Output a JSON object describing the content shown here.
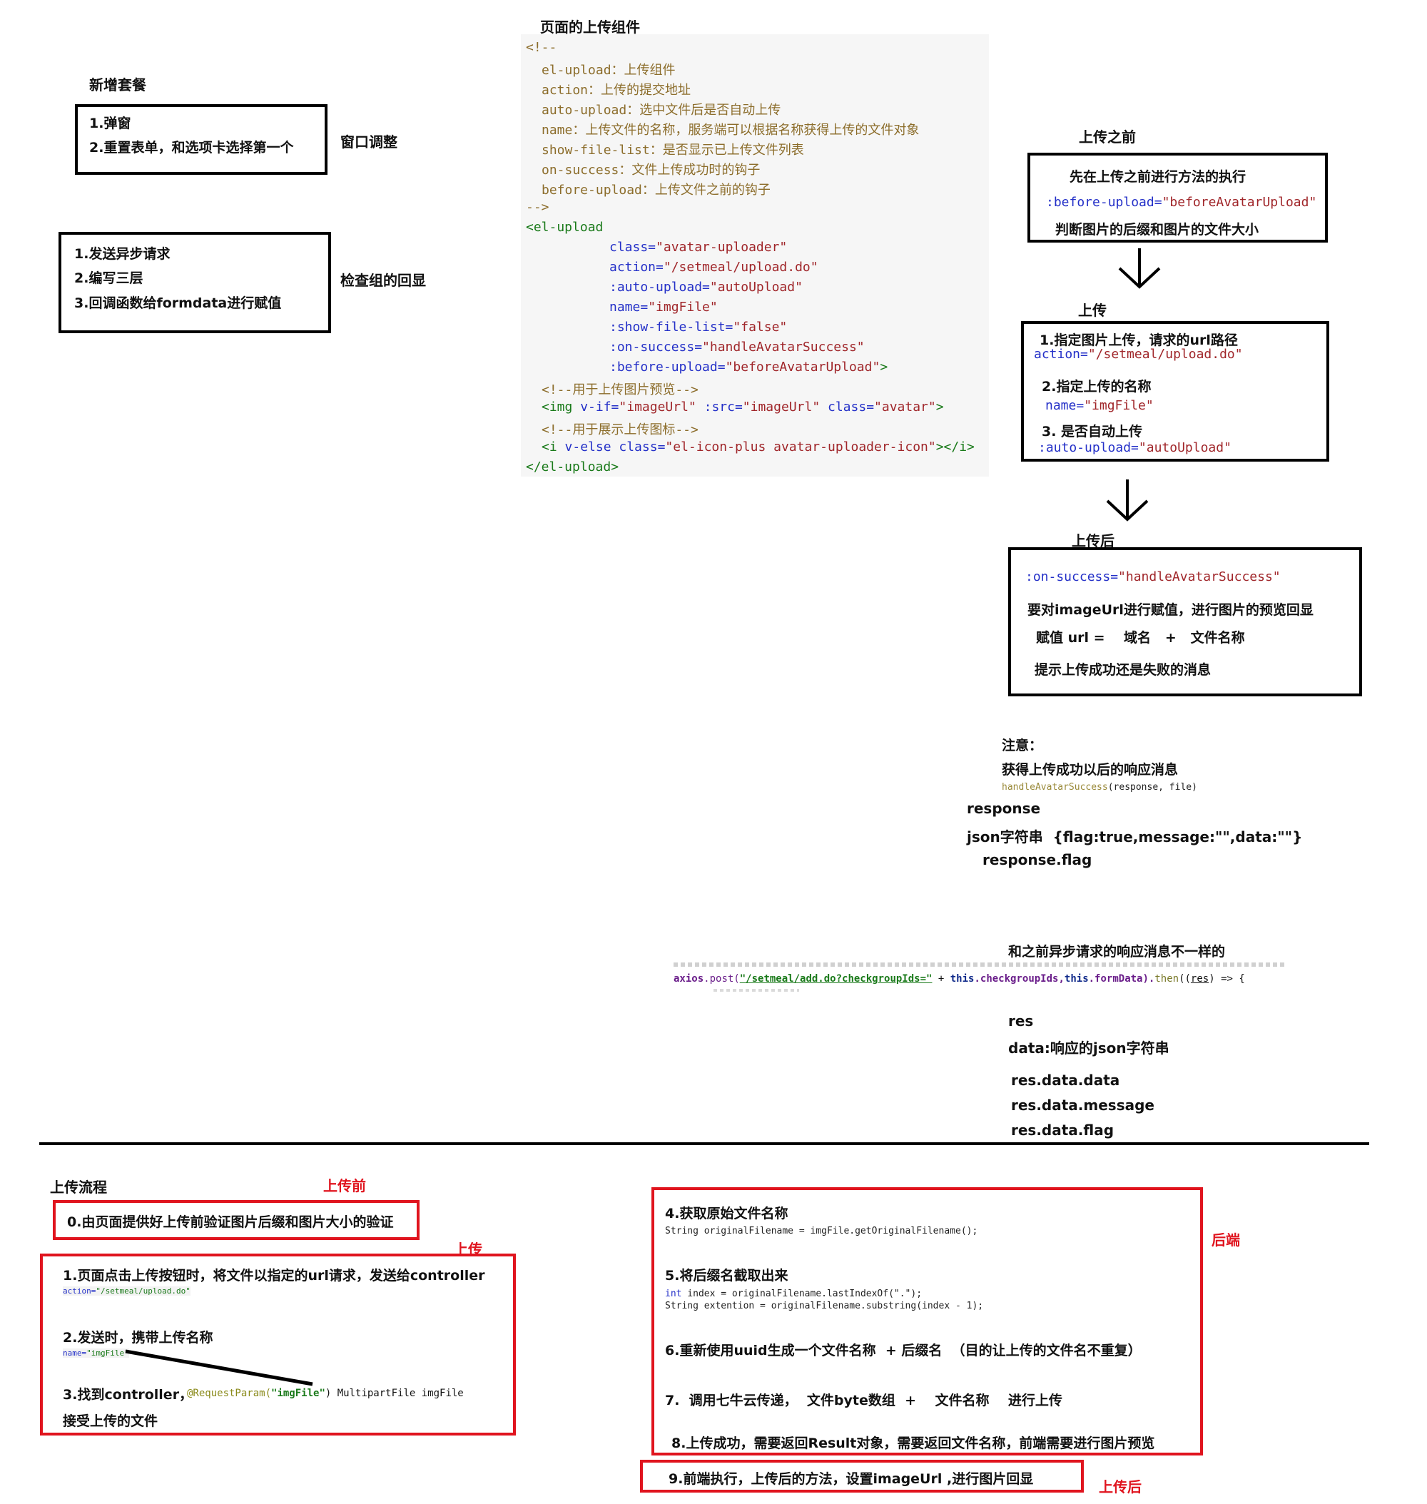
{
  "left": {
    "title": "新增套餐",
    "box1": [
      "1.弹窗",
      "2.重置表单，和选项卡选择第一个"
    ],
    "box1_side": "窗口调整",
    "box2": [
      "1.发送异步请求",
      "2.编写三层",
      "3.回调函数给formdata进行赋值"
    ],
    "box2_side": "检查组的回显"
  },
  "center": {
    "title": "页面的上传组件",
    "comment_open": "<!--",
    "comments": [
      {
        "attr": "el-upload：",
        "desc": "上传组件"
      },
      {
        "attr": "action：",
        "desc": "上传的提交地址"
      },
      {
        "attr": "auto-upload：",
        "desc": "选中文件后是否自动上传"
      },
      {
        "attr": "name：",
        "desc": "上传文件的名称，服务端可以根据名称获得上传的文件对象"
      },
      {
        "attr": "show-file-list：",
        "desc": "是否显示已上传文件列表"
      },
      {
        "attr": "on-success：",
        "desc": "文件上传成功时的钩子"
      },
      {
        "attr": "before-upload：",
        "desc": "上传文件之前的钩子"
      }
    ],
    "comment_close": "-->",
    "tag_open": "<el-upload",
    "attrs": [
      {
        "name": "class=",
        "value": "\"avatar-uploader\"",
        "end": ""
      },
      {
        "name": "action=",
        "value": "\"/setmeal/upload.do\"",
        "end": ""
      },
      {
        "name": ":auto-upload=",
        "value": "\"autoUpload\"",
        "end": ""
      },
      {
        "name": "name=",
        "value": "\"imgFile\"",
        "end": ""
      },
      {
        "name": ":show-file-list=",
        "value": "\"false\"",
        "end": ""
      },
      {
        "name": ":on-success=",
        "value": "\"handleAvatarSuccess\"",
        "end": ""
      },
      {
        "name": ":before-upload=",
        "value": "\"beforeAvatarUpload\"",
        "end": ">"
      }
    ],
    "preview_comment": "<!--用于上传图片预览-->",
    "img_tag": "<img",
    "img_a1": " v-if=",
    "img_v1": "\"imageUrl\"",
    "img_a2": " :src=",
    "img_v2": "\"imageUrl\"",
    "img_a3": " class=",
    "img_v3": "\"avatar\"",
    "img_end": ">",
    "icon_comment": "<!--用于展示上传图标-->",
    "i_tag": "<i",
    "i_a1": " v-else class=",
    "i_v1": "\"el-icon-plus avatar-uploader-icon\"",
    "i_end": "></i>",
    "tag_close": "</el-upload>"
  },
  "right": {
    "before_title": "上传之前",
    "before_line1": "先在上传之前进行方法的执行",
    "before_code_attr": ":before-upload=",
    "before_code_val": "\"beforeAvatarUpload\"",
    "before_line3": "判断图片的后缀和图片的文件大小",
    "upload_title": "上传",
    "up_1": "1.指定图片上传，请求的url路径",
    "up_1_attr": "action=",
    "up_1_val": "\"/setmeal/upload.do\"",
    "up_2": "2.指定上传的名称",
    "up_2_attr": "name=",
    "up_2_val": "\"imgFile\"",
    "up_3": "3.  是否自动上传",
    "up_3_attr": ":auto-upload=",
    "up_3_val": "\"autoUpload\"",
    "after_title": "上传后",
    "after_code_attr": ":on-success=",
    "after_code_val": "\"handleAvatarSuccess\"",
    "after_1": "要对imageUrl进行赋值，进行图片的预览回显",
    "after_2": "赋值 url =    域名   +   文件名称",
    "after_3": "提示上传成功还是失败的消息",
    "note_title": "注意：",
    "note_1": "获得上传成功以后的响应消息",
    "note_code_fn": "handleAvatarSuccess",
    "note_code_args": "(response, file)",
    "response": "response",
    "json_line": "json字符串  {flag:true,message:\"\",data:\"\"}",
    "response_flag": "response.flag",
    "diff": "和之前异步请求的响应消息不一样的",
    "axios_1": "axios",
    "axios_2": ".post(",
    "axios_3": "\"/setmeal/add.do?checkgroupIds=\"",
    "axios_4": " + ",
    "axios_5": "this",
    "axios_6": ".checkgroupIds,",
    "axios_7": "this",
    "axios_8": ".formData).",
    "axios_9": "then",
    "axios_10": "((",
    "axios_11": "res",
    "axios_12": ") => {",
    "res": "res",
    "res_data": "data:响应的json字符串",
    "res_data_data": "res.data.data",
    "res_data_message": "res.data.message",
    "res_data_flag": "res.data.flag"
  },
  "bottom": {
    "flow_title": "上传流程",
    "before_label": "上传前",
    "step0": "0.由页面提供好上传前验证图片后缀和图片大小的验证",
    "upload_label": "上传",
    "step1": "1.页面点击上传按钮时，将文件以指定的url请求，发送给controller",
    "step1_attr": "action=",
    "step1_val": "\"/setmeal/upload.do\"",
    "step2": "2.发送时，携带上传名称",
    "step2_attr": "name=",
    "step2_val": "\"imgFile\"",
    "step3": "3.找到controller，",
    "step3_ann": "@RequestParam(",
    "step3_str": "\"imgFile\"",
    "step3_rest": ") MultipartFile imgFile",
    "step3b": "接受上传的文件",
    "backend_label": "后端",
    "step4": "4.获取原始文件名称",
    "step4_code": "String originalFilename = imgFile.getOriginalFilename();",
    "step5": "5.将后缀名截取出来",
    "step5_code1_kw": "int",
    "step5_code1": " index = originalFilename.lastIndexOf(\".\");",
    "step5_code2": "String extention = originalFilename.substring(index - 1);",
    "step6": "6.重新使用uuid生成一个文件名称  + 后缀名  （目的让上传的文件名不重复）",
    "step7": "7.  调用七牛云传递，  文件byte数组  +    文件名称    进行上传",
    "step8": "8.上传成功，需要返回Result对象，需要返回文件名称，前端需要进行图片预览",
    "step9": "9.前端执行，上传后的方法，设置imageUrl ,进行图片回显",
    "after_label": "上传后"
  }
}
